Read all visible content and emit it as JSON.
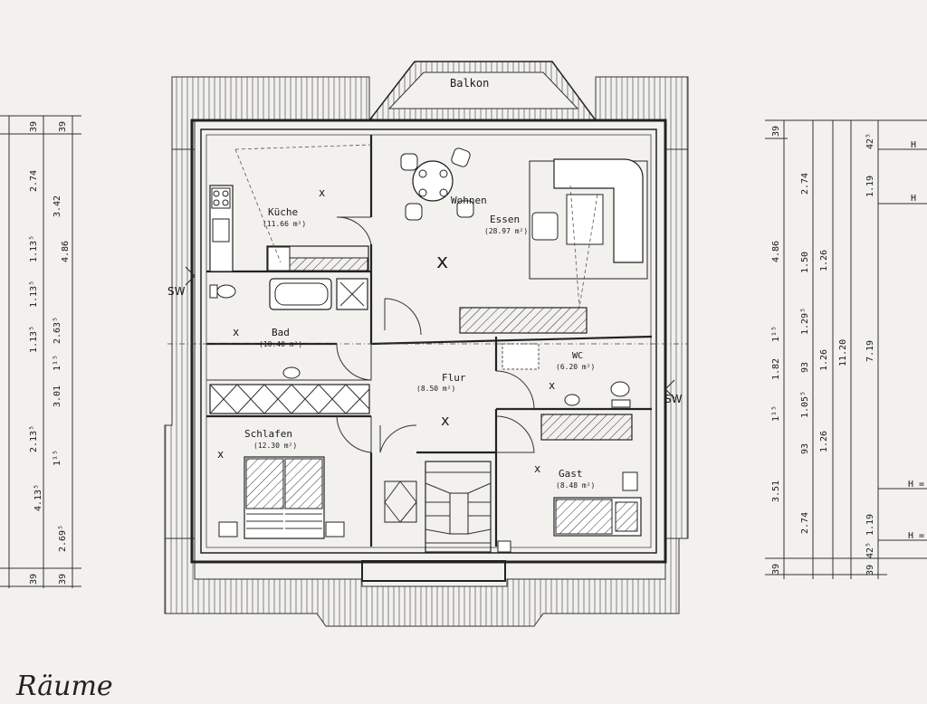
{
  "rooms": {
    "balkon": {
      "name": "Balkon"
    },
    "kueche": {
      "name": "Küche",
      "area": "(11.66 m²)"
    },
    "wohnen": {
      "name": "Wohnen"
    },
    "essen": {
      "name": "Essen",
      "area": "(28.97 m²)"
    },
    "bad": {
      "name": "Bad",
      "area": "(10.40 m²)"
    },
    "flur": {
      "name": "Flur",
      "area": "(8.50 m²)"
    },
    "wc": {
      "name": "WC",
      "area": "(6.20 m²)"
    },
    "schlafen": {
      "name": "Schlafen",
      "area": "(12.30 m²)"
    },
    "gast": {
      "name": "Gast",
      "area": "(8.48 m²)"
    }
  },
  "markers": {
    "sw_left": "SW",
    "sw_right": "SW"
  },
  "left_dims": {
    "col1": [
      "39",
      "2.74",
      "1.13⁵",
      "1.13⁵",
      "1.13⁵",
      "2.13⁵",
      "39"
    ],
    "col2": [
      "3.42",
      "2.63⁵",
      "1¹⁵",
      "3.01",
      "1¹⁵",
      "4.13⁵",
      "2.69⁵",
      "39"
    ],
    "col3": [
      "39",
      "4.86"
    ]
  },
  "right_dims": {
    "col1": [
      "39",
      "4.86",
      "1¹⁵",
      "1.82",
      "1¹⁵",
      "3.51",
      "39"
    ],
    "col2": [
      "2.74",
      "1.50",
      "1.29⁵",
      "93",
      "1.05⁵",
      "93",
      "2.74"
    ],
    "col3": [
      "1.26",
      "1.26",
      "1.26"
    ],
    "col4": [
      "11.20"
    ],
    "col5": [
      "7.19"
    ],
    "col6": [
      "42⁵",
      "1.19",
      "1.19",
      "42⁵",
      "39"
    ],
    "h_marks": [
      "H",
      "H",
      "H =",
      "H ="
    ]
  },
  "handwriting": "Räume"
}
